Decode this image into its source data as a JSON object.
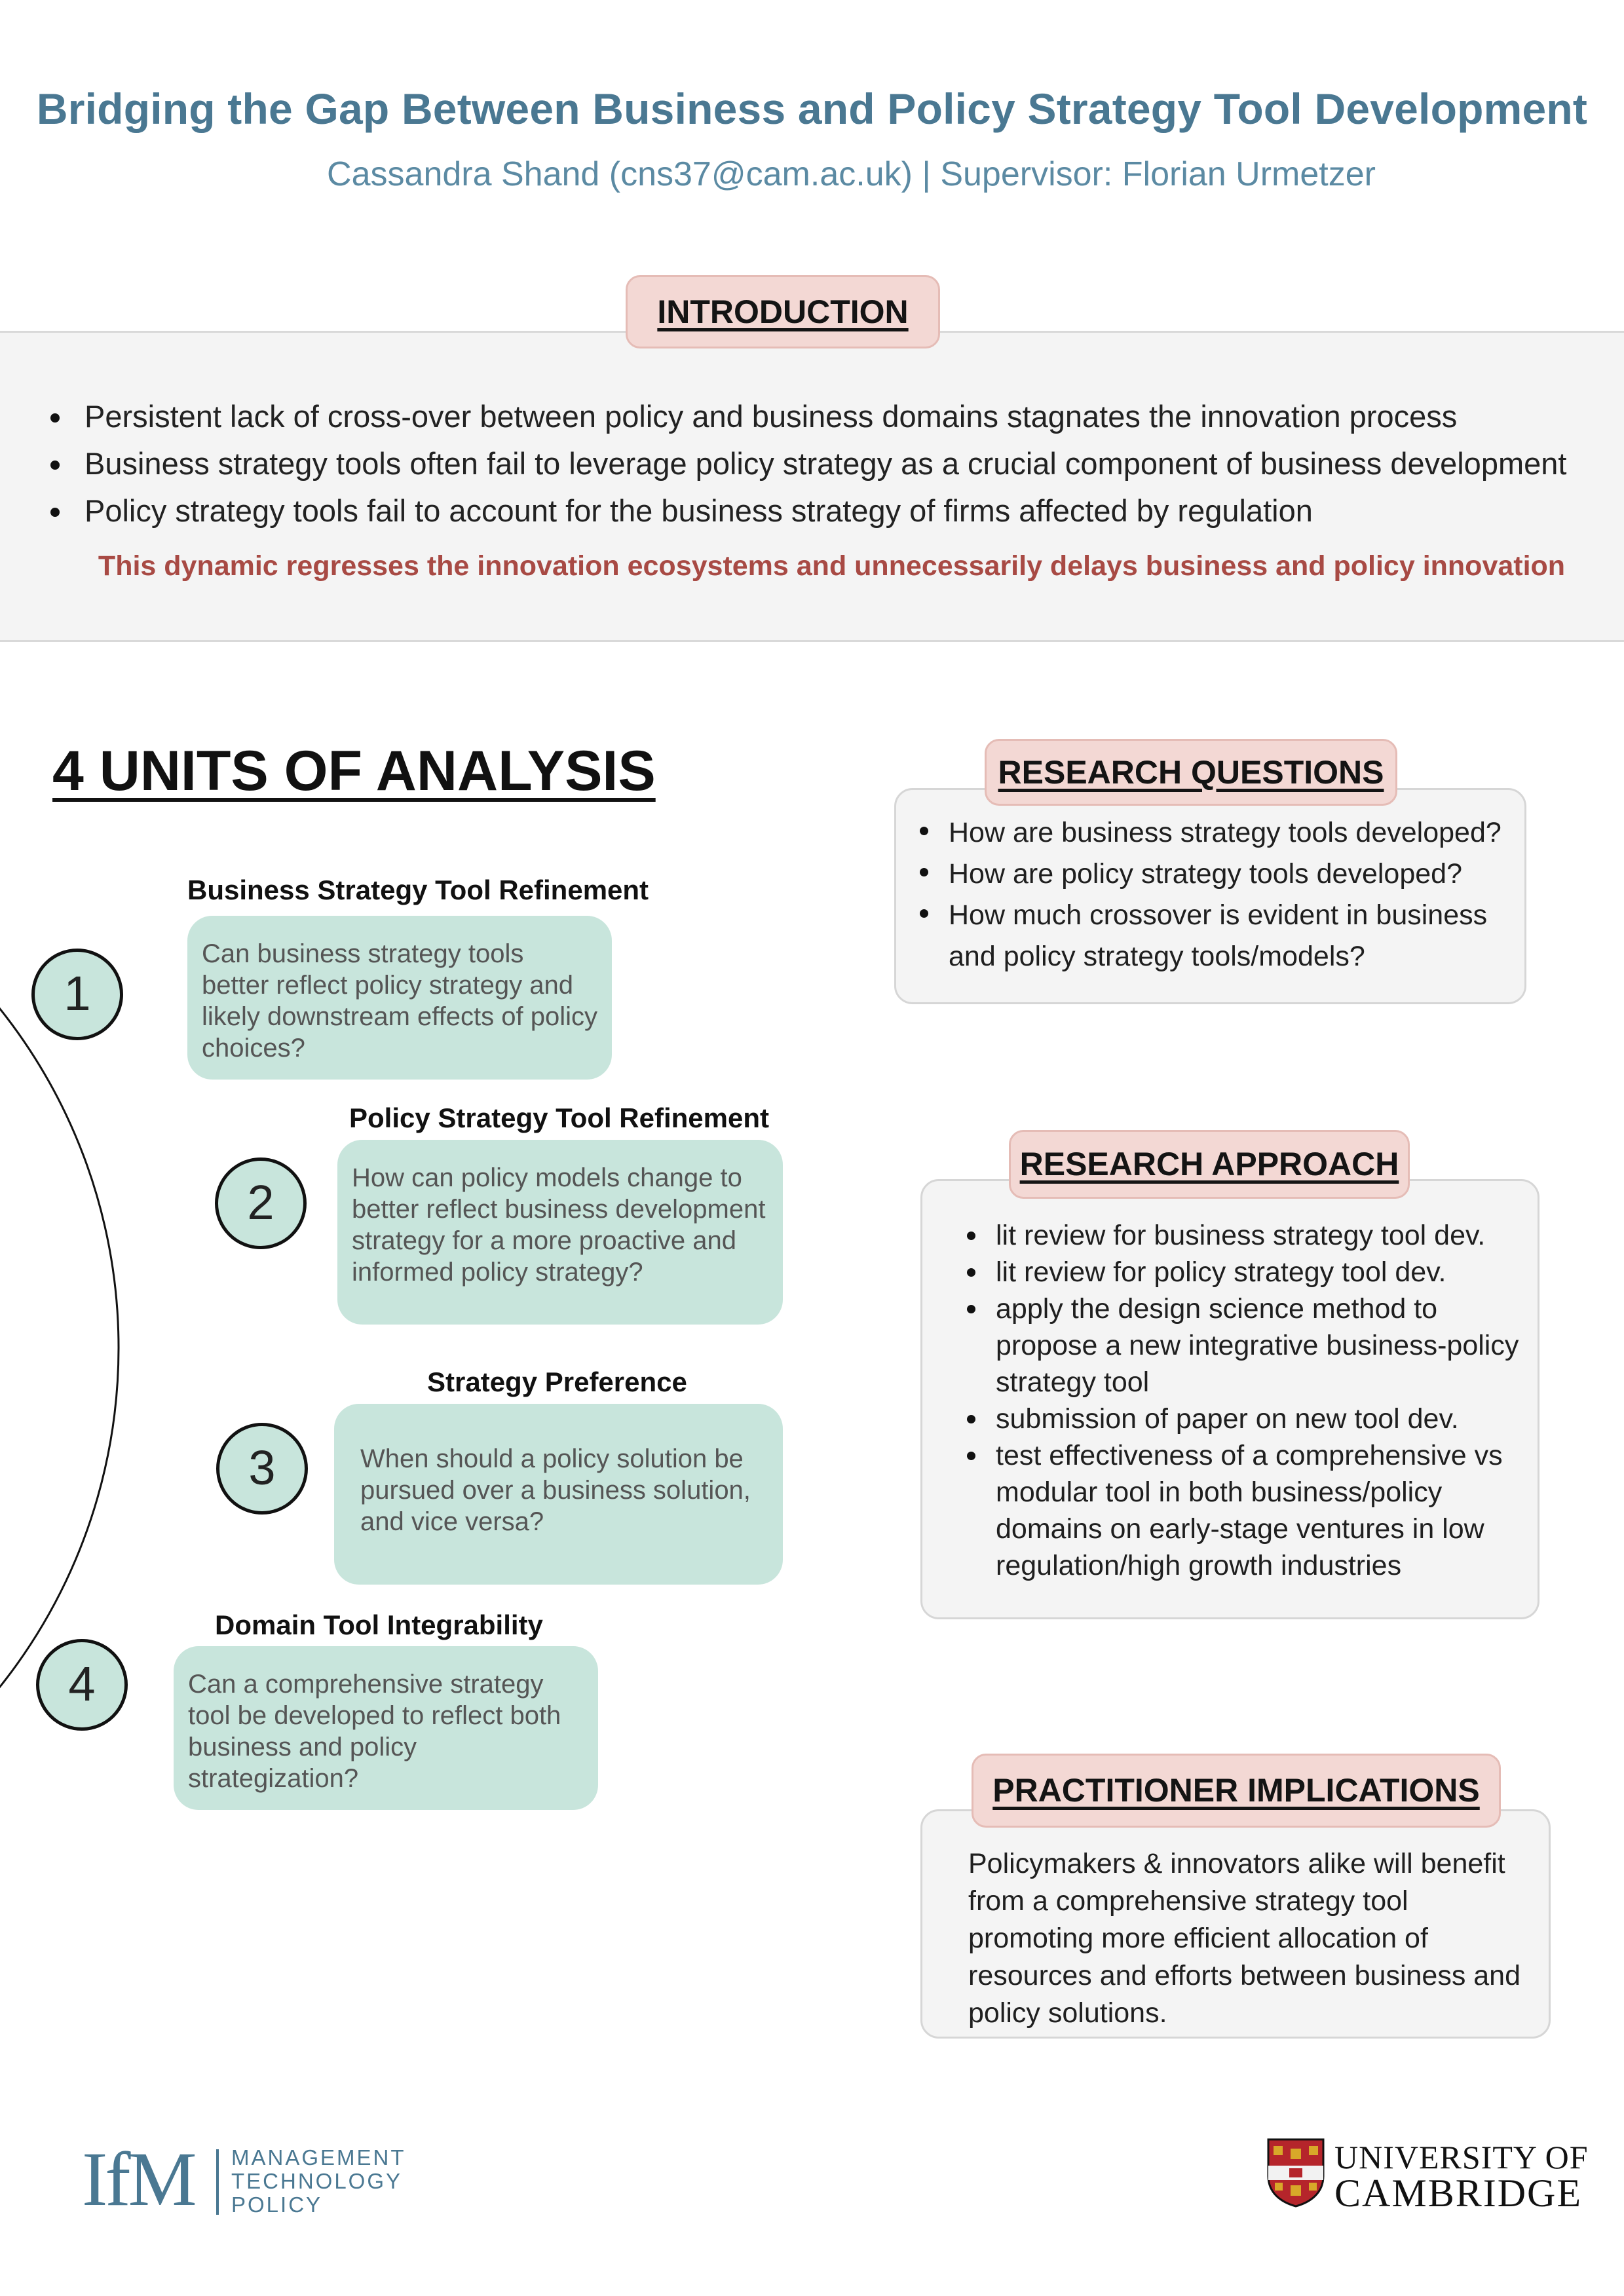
{
  "header": {
    "title": "Bridging the Gap Between Business and Policy Strategy Tool Development",
    "subtitle": "Cassandra Shand (cns37@cam.ac.uk) | Supervisor: Florian Urmetzer"
  },
  "introduction": {
    "heading": "INTRODUCTION",
    "bullets": [
      "Persistent lack of cross-over between policy and business domains stagnates the innovation process",
      "Business strategy tools often fail to leverage policy strategy as a crucial component of business development",
      "Policy strategy tools fail to account for the business strategy of firms affected by regulation"
    ],
    "highlight": "This dynamic regresses the innovation ecosystems and unnecessarily delays business and policy innovation"
  },
  "units": {
    "title": "4 UNITS OF ANALYSIS",
    "items": [
      {
        "number": "1",
        "heading": "Business Strategy Tool Refinement",
        "text": "Can business strategy tools better reflect policy strategy and likely downstream effects of policy choices?"
      },
      {
        "number": "2",
        "heading": "Policy Strategy Tool Refinement",
        "text": "How can policy models change to better reflect business development strategy for a more proactive and informed policy strategy?"
      },
      {
        "number": "3",
        "heading": "Strategy Preference",
        "text": "When should a policy solution be pursued over a business solution, and vice versa?"
      },
      {
        "number": "4",
        "heading": "Domain Tool Integrability",
        "text": "Can a comprehensive strategy tool be developed to reflect both business and policy strategization?"
      }
    ]
  },
  "research_questions": {
    "heading": "RESEARCH QUESTIONS",
    "bullets": [
      "How are business strategy tools developed?",
      "How are policy strategy tools developed?",
      "How much crossover is evident in business and policy strategy tools/models?"
    ]
  },
  "research_approach": {
    "heading": "RESEARCH APPROACH",
    "bullets": [
      "lit review for business strategy tool dev.",
      "lit review for policy strategy tool dev.",
      "apply the design science method to propose a new integrative business-policy strategy tool",
      "submission of paper on new tool dev.",
      "test effectiveness of a comprehensive vs modular tool in both business/policy domains on early-stage ventures in low regulation/high growth industries"
    ]
  },
  "practitioner_implications": {
    "heading": "PRACTITIONER IMPLICATIONS",
    "text": "Policymakers & innovators alike will benefit from a comprehensive strategy tool promoting more efficient allocation of resources and efforts between business and policy solutions."
  },
  "logos": {
    "ifm": {
      "mark": "IfM",
      "lines": [
        "MANAGEMENT",
        "TECHNOLOGY",
        "POLICY"
      ]
    },
    "cambridge": {
      "line1": "UNIVERSITY OF",
      "line2": "CAMBRIDGE"
    }
  },
  "colors": {
    "title_blue": "#4a7892",
    "tag_pink": "#f3d8d4",
    "highlight_red": "#a84a44",
    "unit_green": "#c8e5dc",
    "panel_grey": "#f4f4f4"
  }
}
